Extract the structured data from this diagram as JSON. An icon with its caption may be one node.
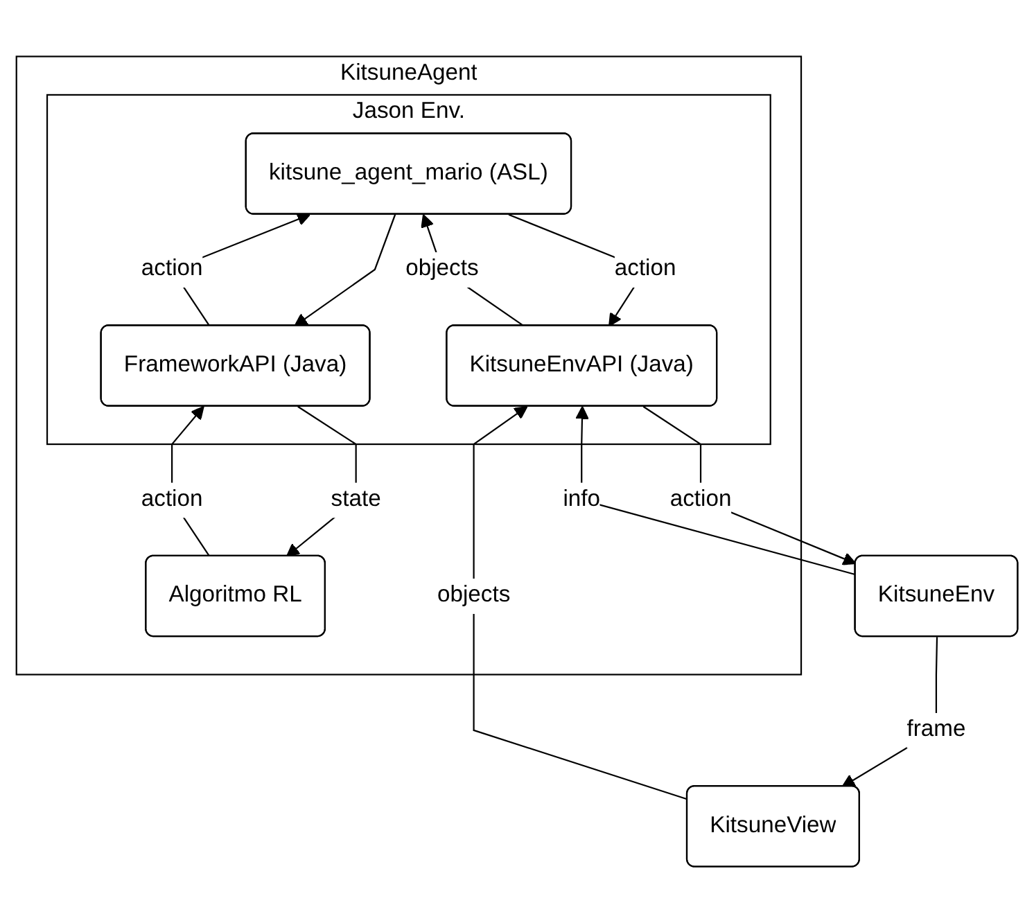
{
  "diagram": {
    "nodes": [
      {
        "text": [
          "KitsuneAgent"
        ]
      },
      {
        "text": [
          "Jason Env."
        ],
        "in": 0
      },
      {
        "text": [
          "kitsune_agent_mario (ASL)"
        ],
        "in": 1
      },
      {
        "text": [
          "KitsuneEnvAPI (Java)"
        ],
        "in": 1
      },
      {
        "text": [
          "FrameworkAPI (Java)"
        ],
        "in": 1
      },
      {
        "text": [
          "KitsuneEnv"
        ]
      },
      {
        "text": [
          "KitsuneView"
        ]
      },
      {
        "text": [
          "Algoritmo RL"
        ],
        "in": 0
      }
    ],
    "edges": [
      {
        "from": 2,
        "to": 3,
        "arrow": "to",
        "label": "action"
      },
      {
        "from": 3,
        "to": 2,
        "arrow": "to",
        "label": "objects"
      },
      {
        "from": 2,
        "to": 4,
        "arrow": "to"
      },
      {
        "from": 4,
        "to": 2,
        "arrow": "to",
        "label": "action"
      },
      {
        "from": 3,
        "to": 5,
        "arrow": "to",
        "label": "action"
      },
      {
        "from": 5,
        "to": 3,
        "arrow": "to",
        "label": "info"
      },
      {
        "from": 5,
        "to": 6,
        "arrow": "to",
        "label": "frame"
      },
      {
        "from": 6,
        "to": 3,
        "arrow": "to",
        "label": "objects"
      },
      {
        "from": 4,
        "to": 7,
        "arrow": "to",
        "label": "state"
      },
      {
        "from": 7,
        "to": 4,
        "arrow": "to",
        "label": "action"
      }
    ]
  }
}
